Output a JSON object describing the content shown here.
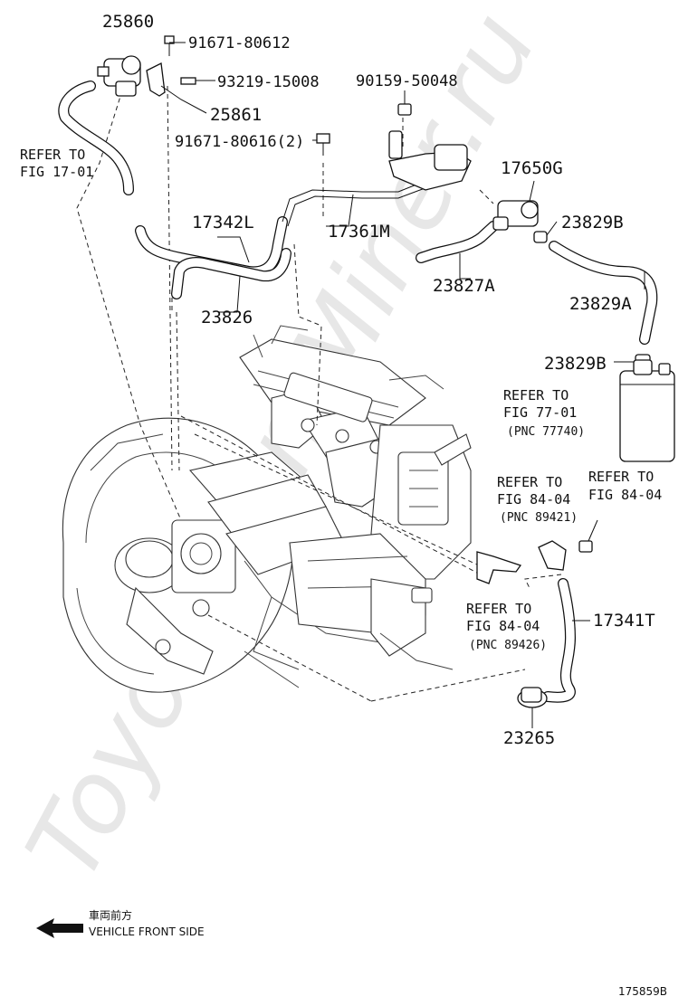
{
  "watermark": "ToyotaCamMiner.ru",
  "figure_id": "175859B",
  "direction": {
    "jp": "車両前方",
    "en": "VEHICLE FRONT SIDE",
    "icon": "arrow-left-icon"
  },
  "parts": {
    "p25860": "25860",
    "p91671_80612": "91671-80612",
    "p93219_15008": "93219-15008",
    "p25861": "25861",
    "p90159_50048": "90159-50048",
    "p91671_80616": "91671-80616(2)",
    "p17650G": "17650G",
    "p17342L": "17342L",
    "p17361M": "17361M",
    "p23829B_top": "23829B",
    "p23826": "23826",
    "p23827A": "23827A",
    "p23829A": "23829A",
    "p23829B_bottom": "23829B",
    "p17341T": "17341T",
    "p23265": "23265"
  },
  "refs": {
    "fig17": {
      "l1": "REFER TO",
      "l2": "FIG 17-01"
    },
    "fig77": {
      "l1": "REFER TO",
      "l2": "FIG 77-01",
      "pnc": "(PNC 77740)"
    },
    "fig84a": {
      "l1": "REFER TO",
      "l2": "FIG 84-04",
      "pnc": "(PNC 89421)"
    },
    "fig84b": {
      "l1": "REFER TO",
      "l2": "FIG 84-04"
    },
    "fig84c": {
      "l1": "REFER TO",
      "l2": "FIG 84-04",
      "pnc": "(PNC 89426)"
    }
  }
}
